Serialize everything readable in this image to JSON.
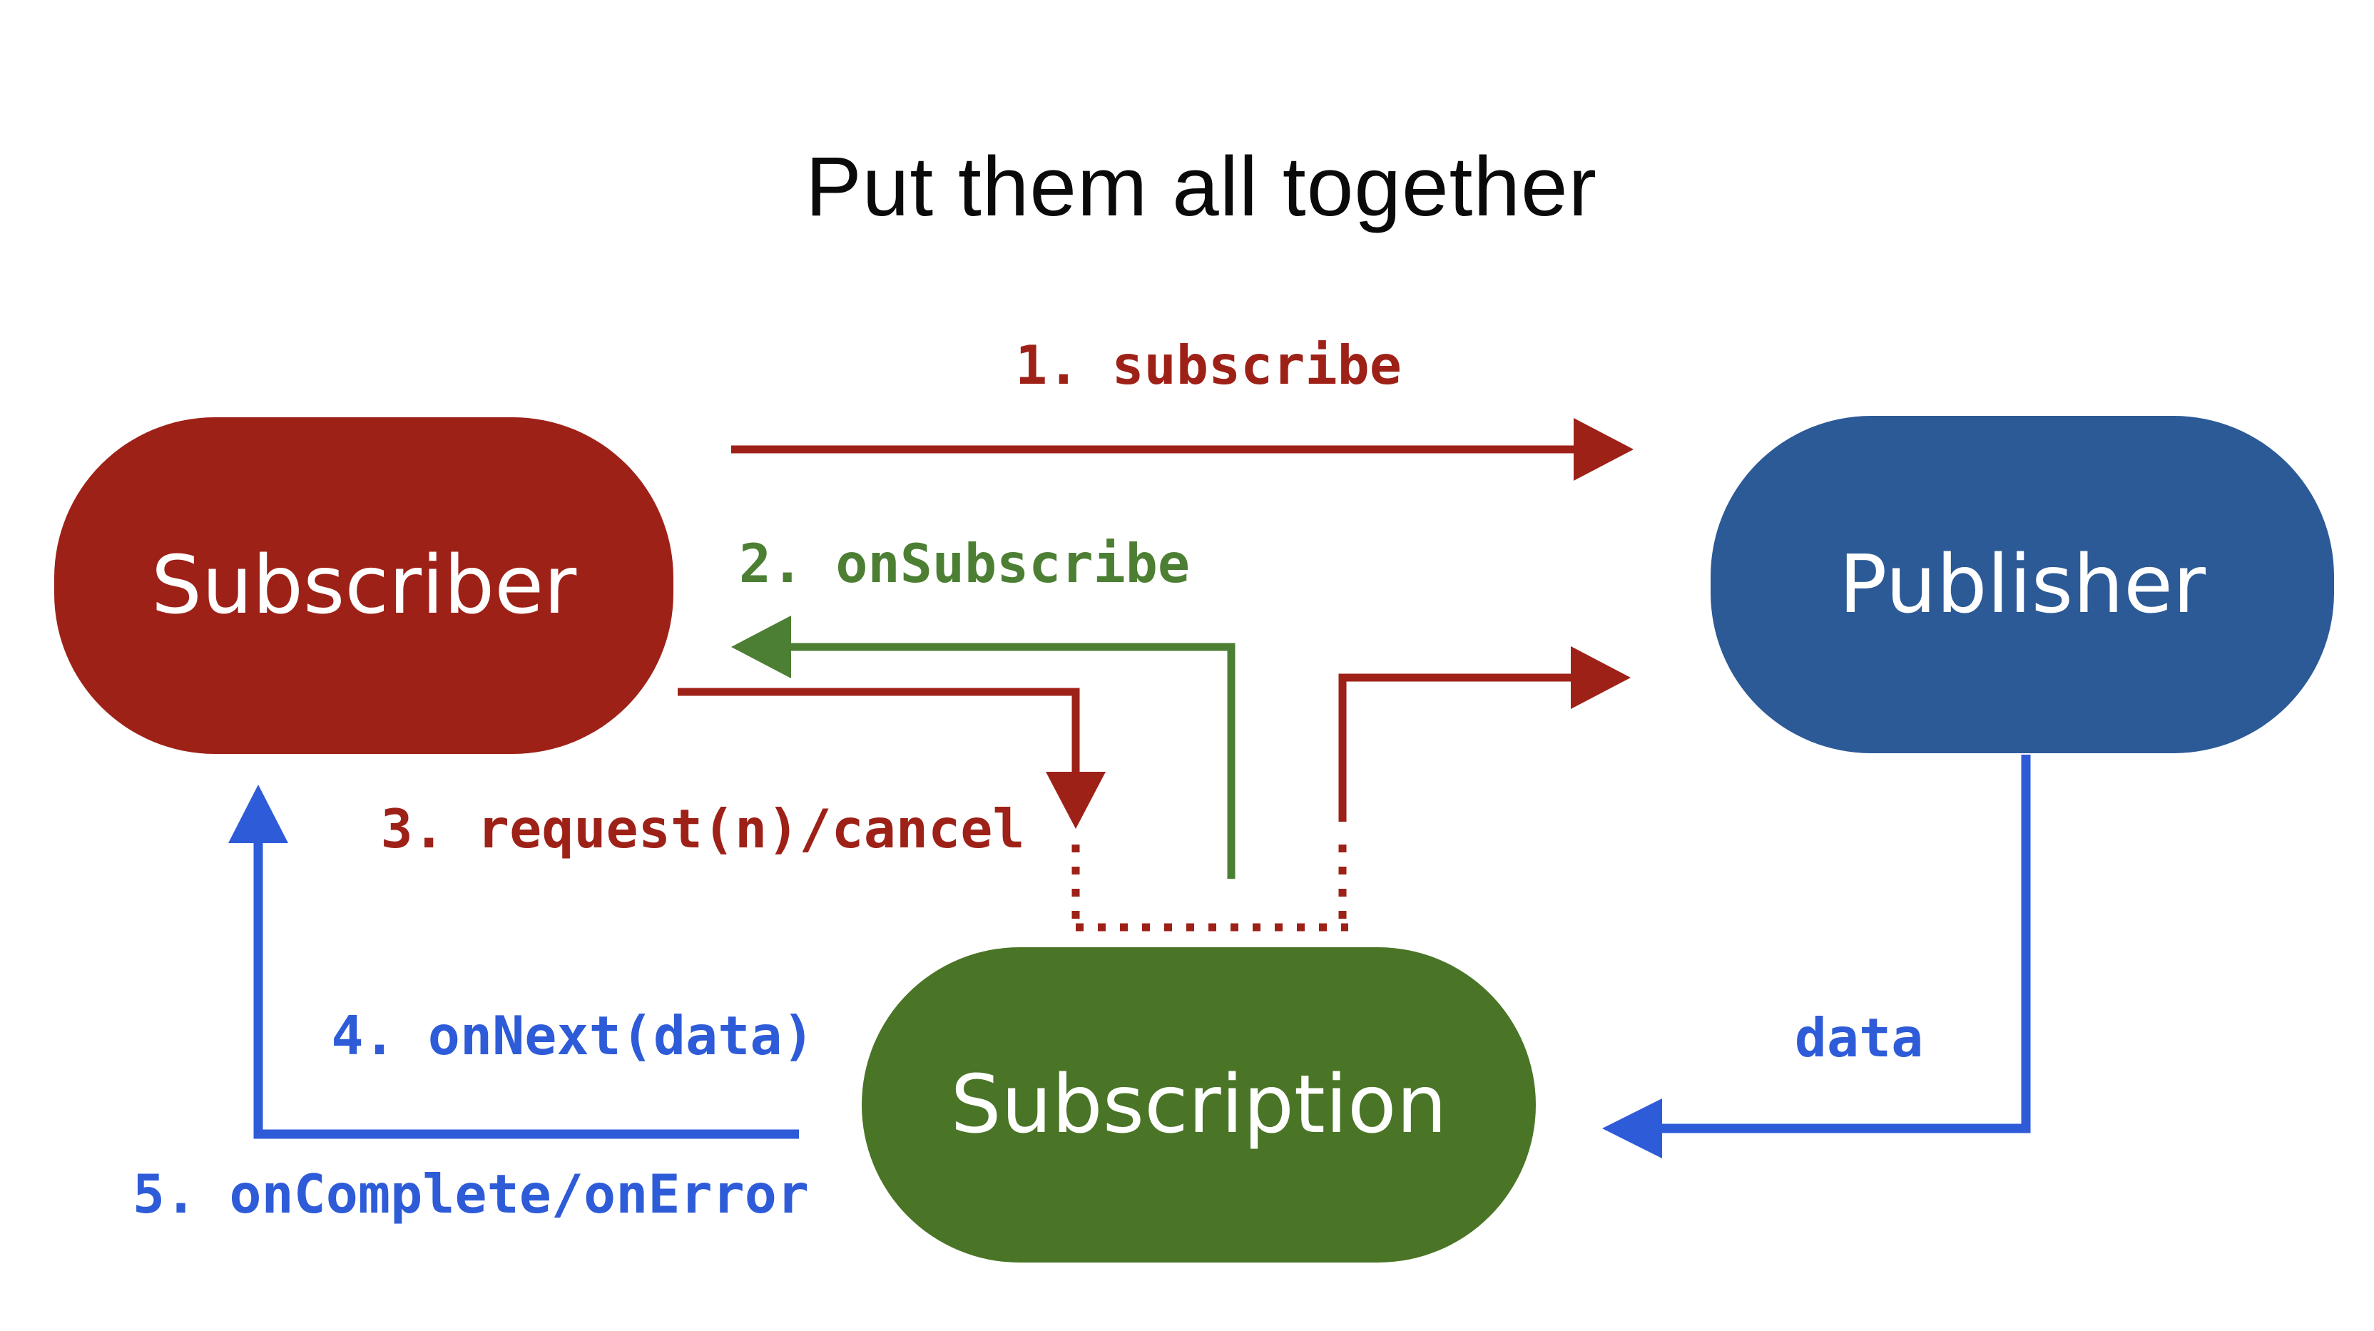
{
  "title": "Put them all together",
  "colors": {
    "background": "#ffffff",
    "title_text": "#0a0a0a",
    "red": "#9e2118",
    "green_arrow": "#4c7f33",
    "green_node": "#4a7526",
    "blue_node": "#2b5a96",
    "blue_arrow": "#2e5bd7",
    "node_text": "#ffffff"
  },
  "nodes": {
    "subscriber": {
      "label": "Subscriber"
    },
    "publisher": {
      "label": "Publisher"
    },
    "subscription": {
      "label": "Subscription"
    }
  },
  "steps": {
    "subscribe": {
      "text": "1. subscribe"
    },
    "on_subscribe": {
      "text": "2. onSubscribe"
    },
    "request_cancel": {
      "text": "3. request(n)/cancel"
    },
    "on_next": {
      "text": "4. onNext(data)"
    },
    "on_complete_error": {
      "text": "5. onComplete/onError"
    },
    "data_flow": {
      "text": "data"
    }
  }
}
